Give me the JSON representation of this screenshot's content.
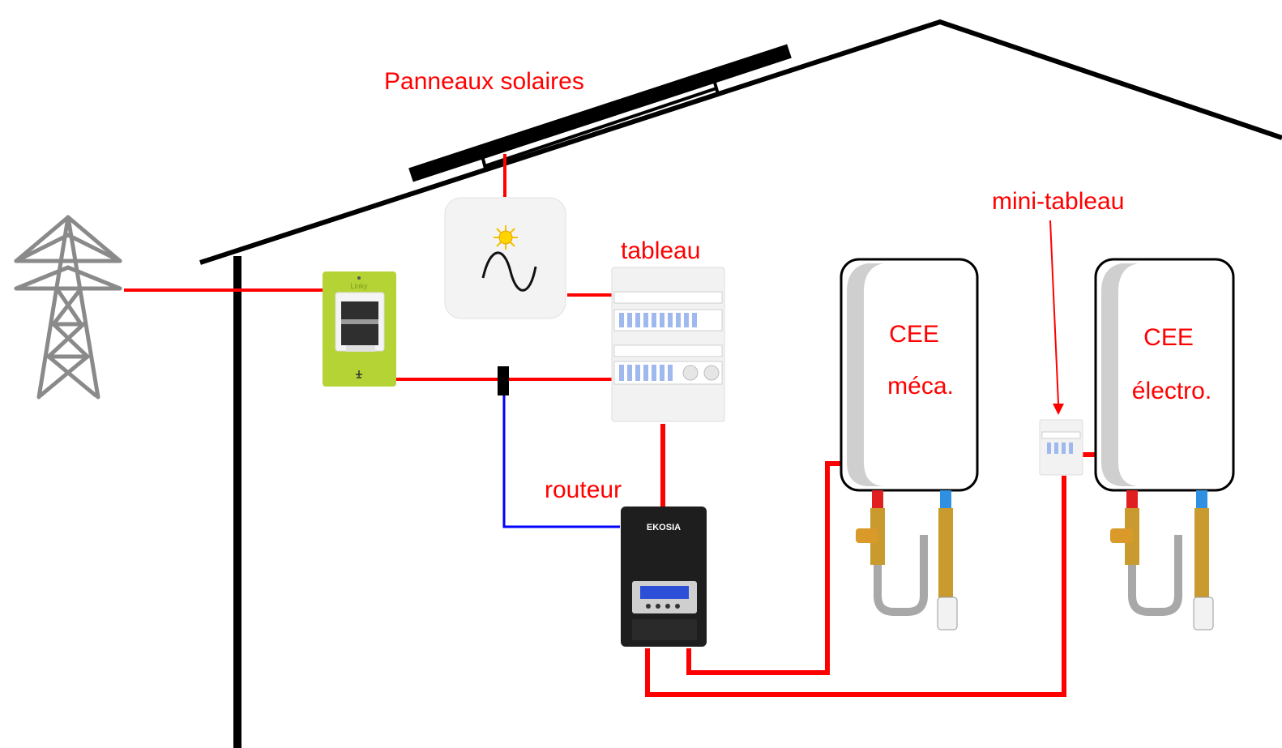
{
  "labels": {
    "solar_panels": "Panneaux solaires",
    "panel_board": "tableau",
    "mini_panel": "mini-tableau",
    "router": "routeur",
    "tank_meca_line1": "CEE",
    "tank_meca_line2": "méca.",
    "tank_electro_line1": "CEE",
    "tank_electro_line2": "électro."
  },
  "devices": {
    "meter_brand": "Linky",
    "router_brand": "EKOSIA"
  },
  "colors": {
    "power_line": "#ff0000",
    "signal_line": "#0000ff",
    "structure": "#000000",
    "label_text": "#ff0000",
    "meter_body": "#b5d334",
    "router_body": "#1e1e1e",
    "router_screen": "#2d4fd8"
  },
  "icons": [
    "pylon-icon",
    "sun-icon",
    "ac-wave-icon",
    "earth-icon"
  ]
}
